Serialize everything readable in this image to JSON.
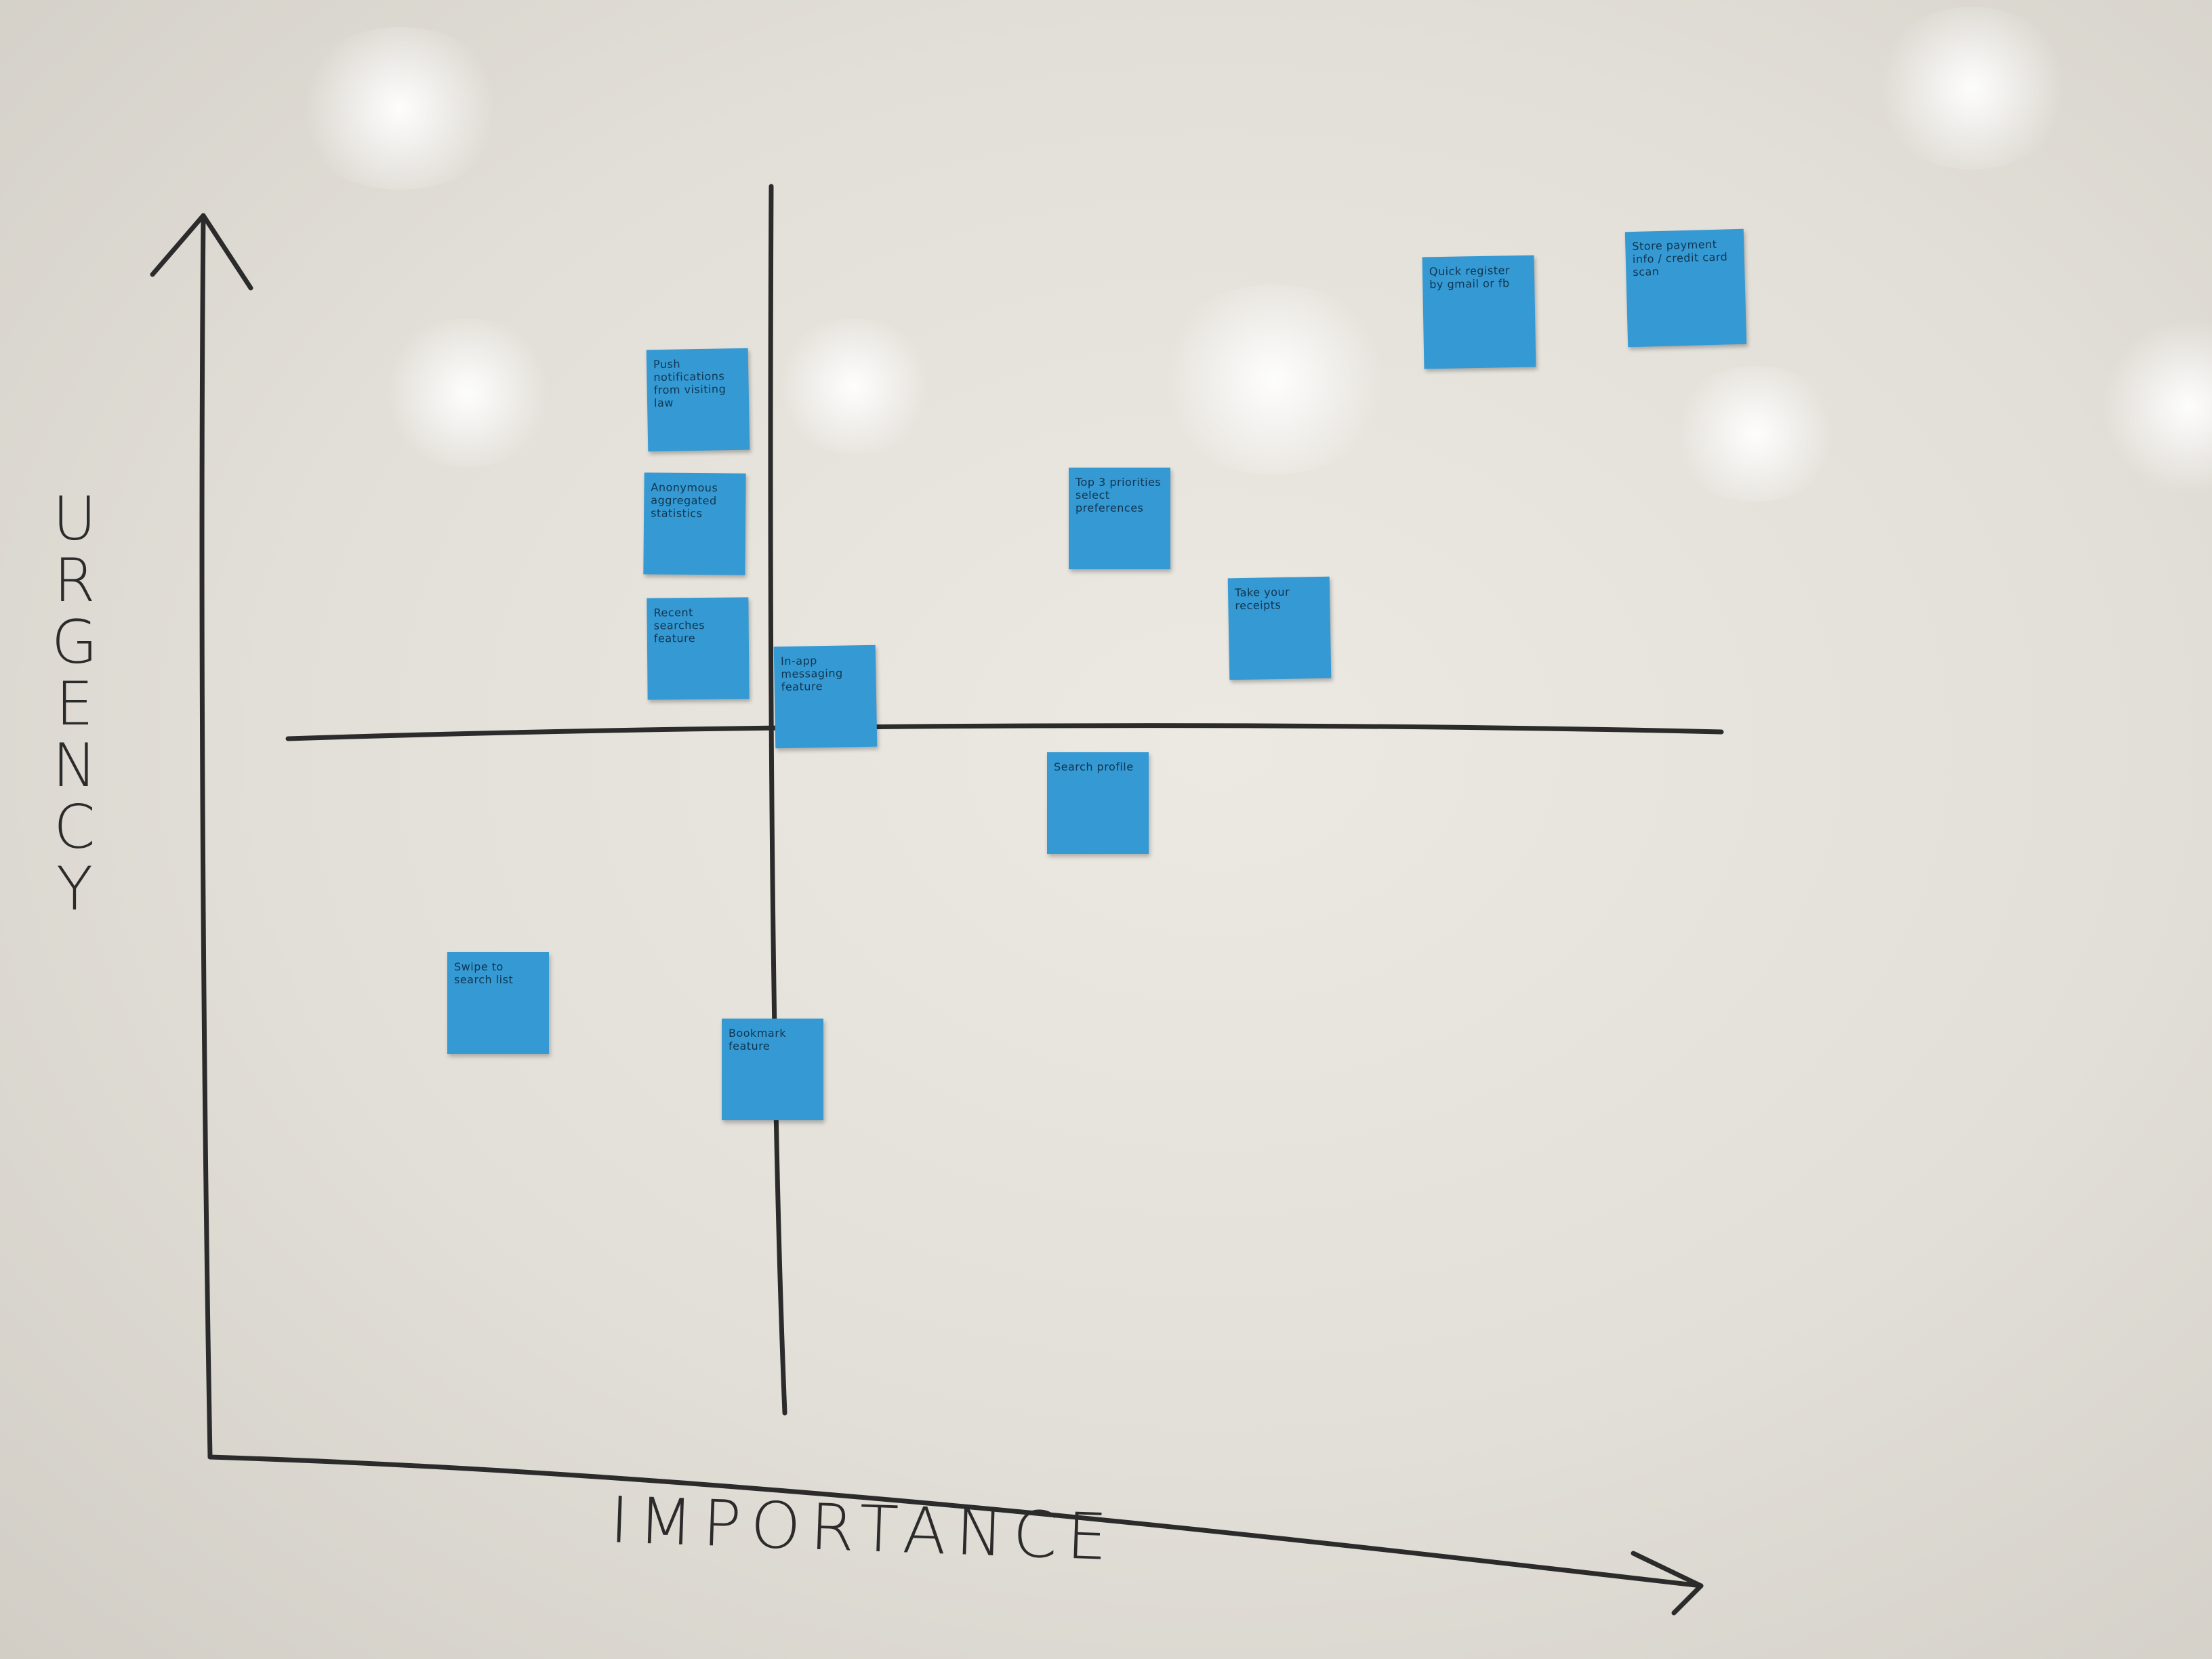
{
  "axes": {
    "x_label": "IMPORTANCE",
    "y_label": "URGENCY"
  },
  "notes": [
    {
      "id": "n1",
      "text": "Push notifications from visiting law"
    },
    {
      "id": "n2",
      "text": "Anonymous aggregated statistics"
    },
    {
      "id": "n3",
      "text": "Recent searches feature"
    },
    {
      "id": "n4",
      "text": "In-app messaging feature"
    },
    {
      "id": "n5",
      "text": "Top 3 priorities select preferences"
    },
    {
      "id": "n6",
      "text": "Take your receipts"
    },
    {
      "id": "n7",
      "text": "Search profile"
    },
    {
      "id": "n8",
      "text": "Swipe to search list"
    },
    {
      "id": "n9",
      "text": "Bookmark feature"
    },
    {
      "id": "n10",
      "text": "Quick register by gmail or fb"
    },
    {
      "id": "n11",
      "text": "Store payment info / credit card scan"
    }
  ],
  "colors": {
    "note": "#3599d3",
    "ink": "#2b2b2b",
    "board": "#e6e3dd"
  }
}
